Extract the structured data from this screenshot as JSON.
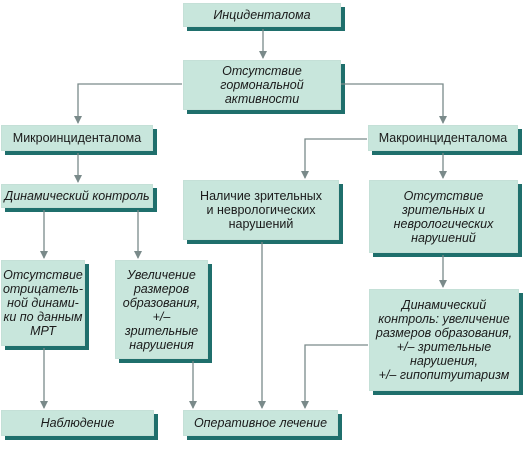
{
  "colors": {
    "box_fill": "#c8e6dc",
    "box_shadow": "#1f6f6c",
    "connector": "#7a8a8a"
  },
  "nodes": {
    "incidentaloma": "Инциденталома",
    "no_hormonal_activity": "Отсутствие\nгормональной\nактивности",
    "microincidentaloma": "Микроинциденталома",
    "macroincidentaloma": "Макроинциденталома",
    "dynamic_control": "Динамический контроль",
    "visual_neuro_present": "Наличие зрительных\nи неврологических\nнарушений",
    "visual_neuro_absent": "Отсутствие\nзрительных и\nневрологических\nнарушений",
    "no_negative_dynamics": "Отсутствие\nотрицатель-\nной динами-\nки по данным\nМРТ",
    "size_increase": "Увеличение\nразмеров\nобразования,\n+/–\nзрительные\nнарушения",
    "dynamic_control_macro": "Динамический\nконтроль: увеличение\nразмеров образования,\n+/– зрительные\nнарушения,\n+/– гипопитуитаризм",
    "observation": "Наблюдение",
    "surgery": "Оперативное лечение"
  }
}
